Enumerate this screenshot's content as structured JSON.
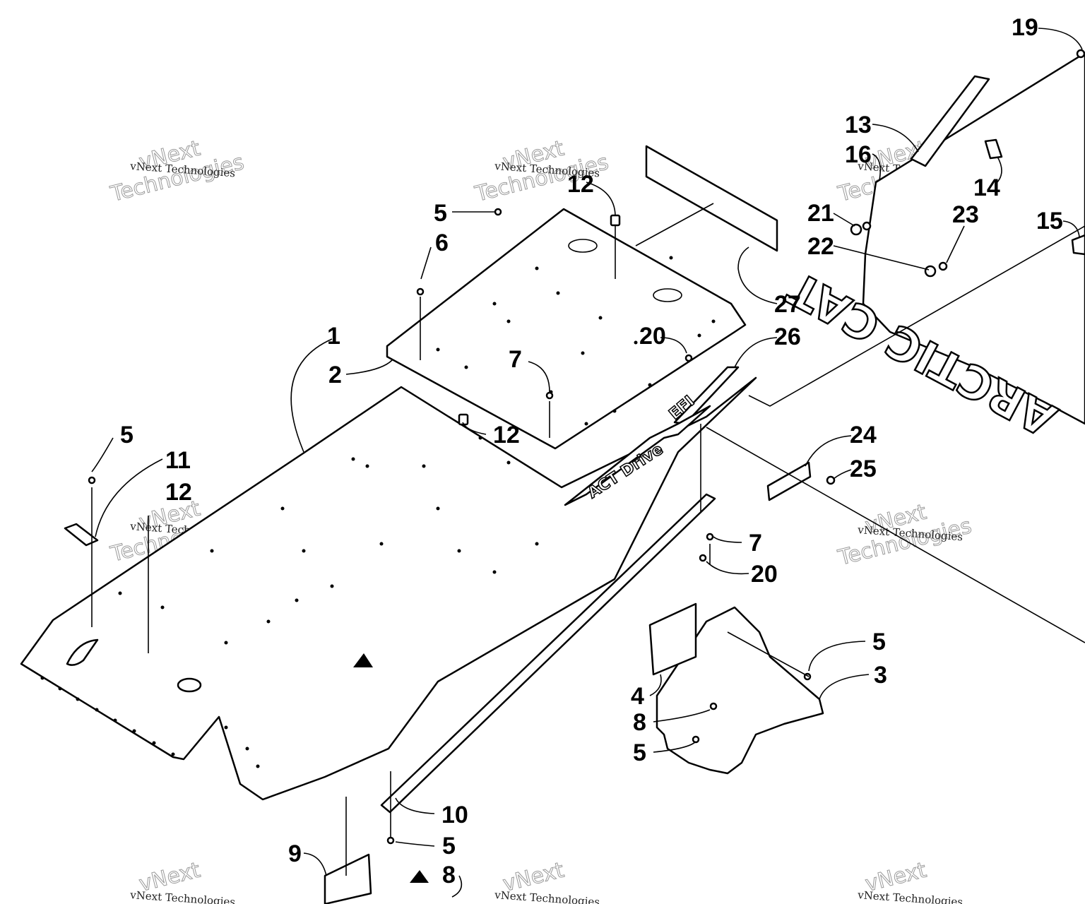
{
  "diagram": {
    "callouts": [
      {
        "id": "c1",
        "label": "1"
      },
      {
        "id": "c2",
        "label": "2"
      },
      {
        "id": "c3",
        "label": "3"
      },
      {
        "id": "c4",
        "label": "4"
      },
      {
        "id": "c5a",
        "label": "5"
      },
      {
        "id": "c5b",
        "label": "5"
      },
      {
        "id": "c5c",
        "label": "5"
      },
      {
        "id": "c5d",
        "label": "5"
      },
      {
        "id": "c5e",
        "label": "5"
      },
      {
        "id": "c6",
        "label": "6"
      },
      {
        "id": "c7a",
        "label": "7"
      },
      {
        "id": "c7b",
        "label": "7"
      },
      {
        "id": "c8a",
        "label": "8"
      },
      {
        "id": "c8b",
        "label": "8"
      },
      {
        "id": "c9",
        "label": "9"
      },
      {
        "id": "c10",
        "label": "10"
      },
      {
        "id": "c11",
        "label": "11"
      },
      {
        "id": "c12a",
        "label": "12"
      },
      {
        "id": "c12b",
        "label": "12"
      },
      {
        "id": "c12c",
        "label": "12"
      },
      {
        "id": "c13",
        "label": "13"
      },
      {
        "id": "c14",
        "label": "14"
      },
      {
        "id": "c15",
        "label": "15"
      },
      {
        "id": "c16",
        "label": "16"
      },
      {
        "id": "c19",
        "label": "19"
      },
      {
        "id": "c20a",
        "label": "20"
      },
      {
        "id": "c20b",
        "label": "20"
      },
      {
        "id": "c21",
        "label": "21"
      },
      {
        "id": "c22",
        "label": "22"
      },
      {
        "id": "c23",
        "label": "23"
      },
      {
        "id": "c24",
        "label": "24"
      },
      {
        "id": "c25",
        "label": "25"
      },
      {
        "id": "c26",
        "label": "26"
      },
      {
        "id": "c27",
        "label": "27"
      }
    ],
    "snowflap_brand_text": "ARCTIC CAT",
    "decal_efi_text": "EFI",
    "decal_act_text": "ACT Drive",
    "watermark": {
      "small_text": "vNext Technologies",
      "big_line_1": "vNext",
      "big_line_2": "Technologies"
    }
  }
}
